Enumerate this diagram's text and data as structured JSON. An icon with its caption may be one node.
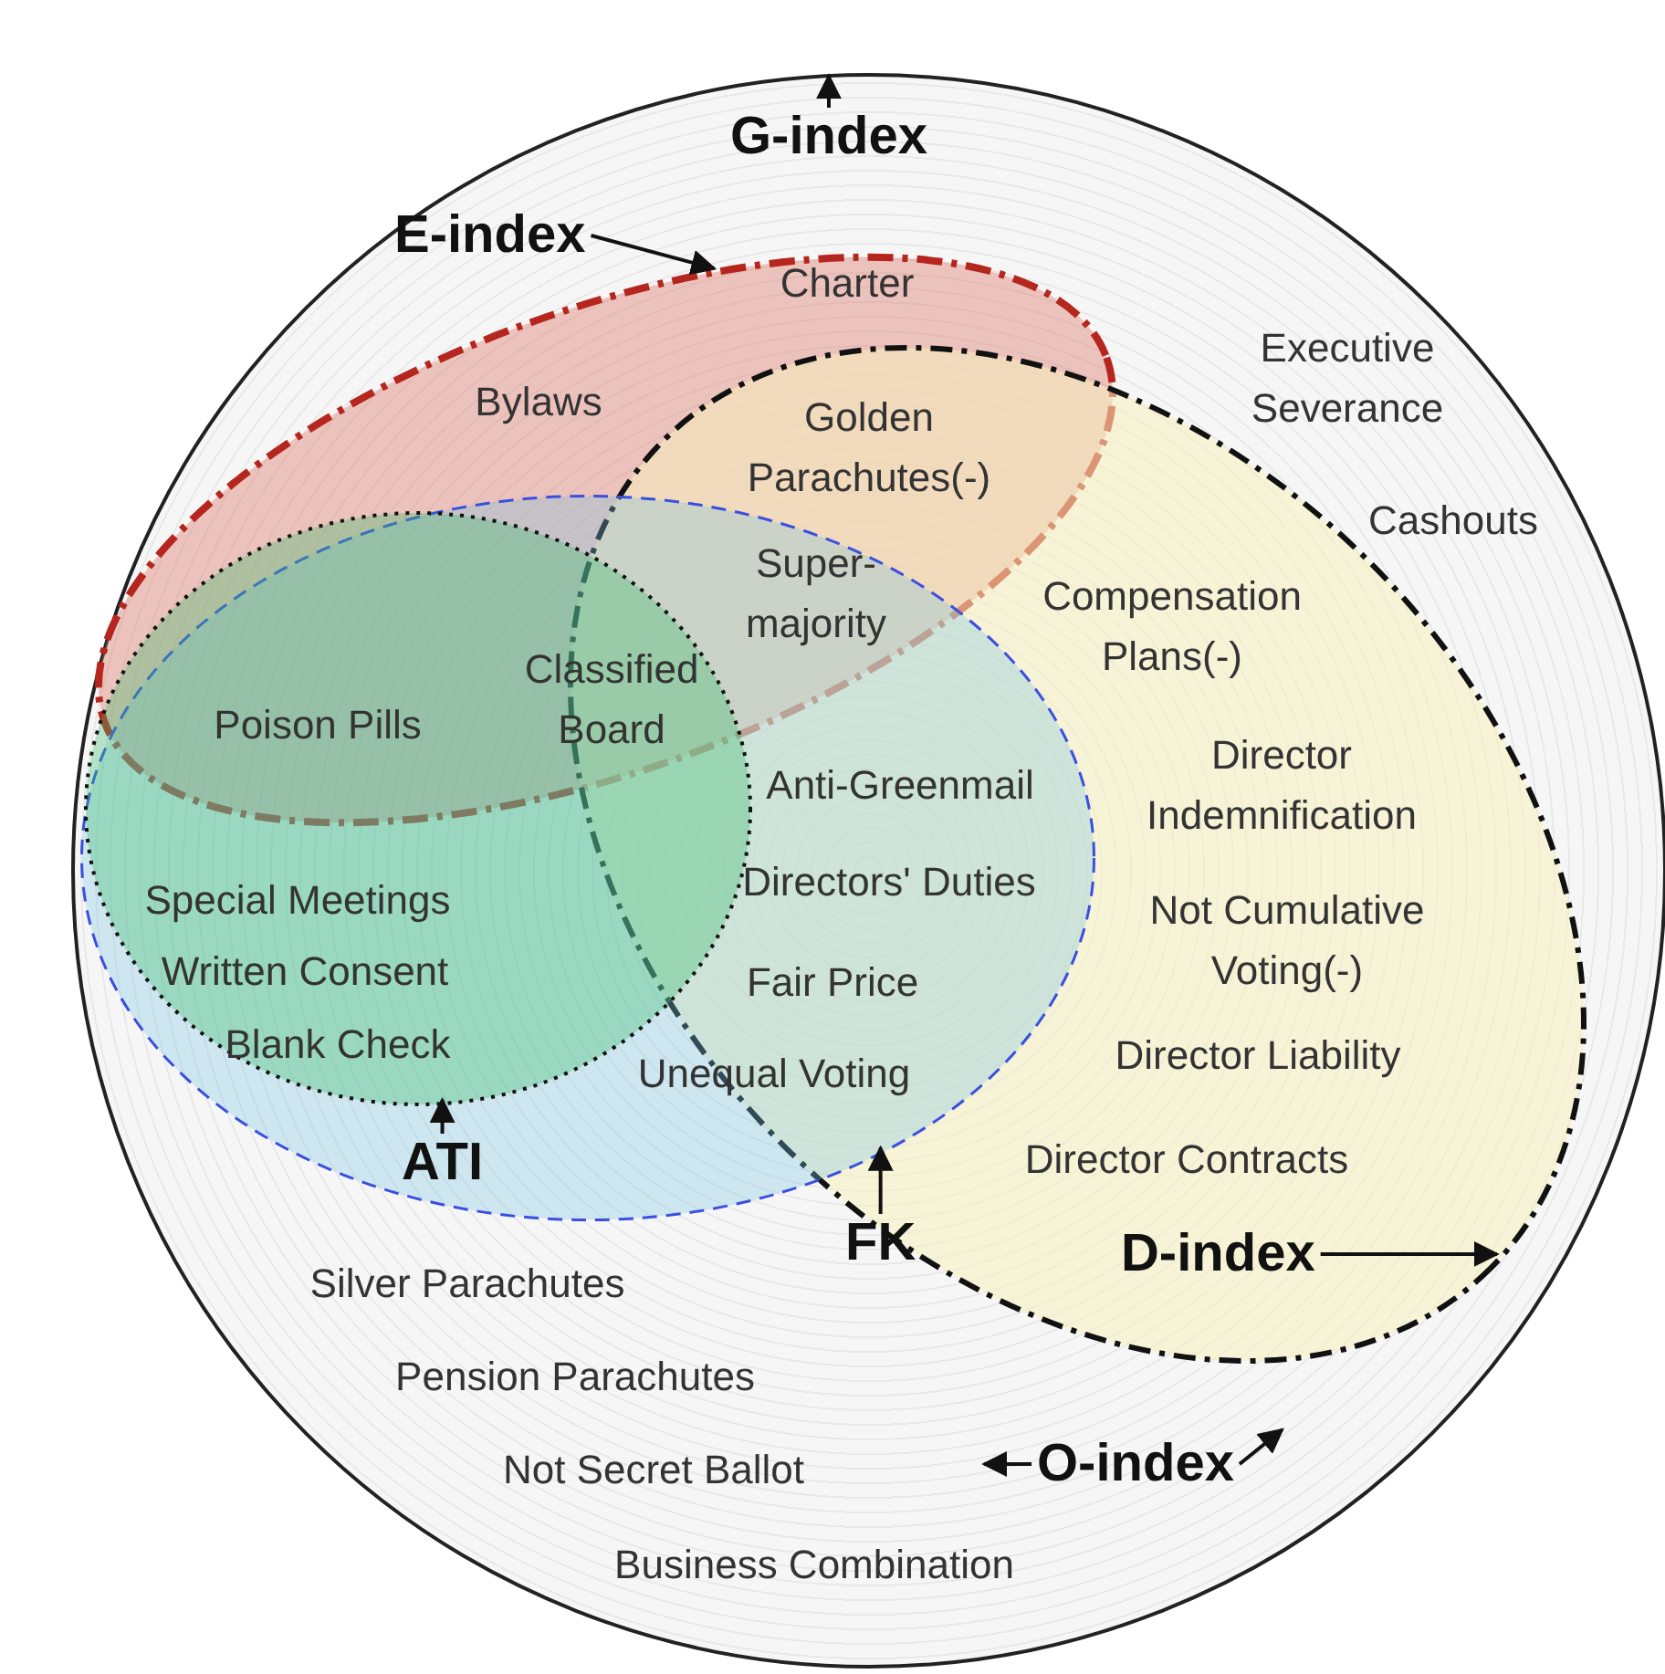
{
  "diagram": {
    "nodes": [
      {
        "text": [],
        "shape": "circle"
      },
      {
        "text": [
          "G-index"
        ],
        "in": 0
      },
      {
        "text": [],
        "shape": "ellipse",
        "in": 0
      },
      {
        "text": [
          "E-index"
        ],
        "in": 0
      },
      {
        "text": [],
        "shape": "ellipse",
        "in": 0
      },
      {
        "text": [
          "D-index"
        ],
        "in": 4
      },
      {
        "text": [],
        "shape": "ellipse",
        "in": 0
      },
      {
        "text": [
          "FK"
        ],
        "in": 4
      },
      {
        "text": [],
        "shape": "ellipse",
        "in": 6
      },
      {
        "text": [
          "ATI"
        ],
        "in": 6
      },
      {
        "text": [
          "O-index"
        ],
        "in": 0
      }
    ],
    "edges": [
      {
        "from": 1,
        "to": 0,
        "arrow": "to"
      },
      {
        "from": 3,
        "to": 2,
        "arrow": "to"
      },
      {
        "from": 5,
        "to": 4,
        "arrow": "to"
      },
      {
        "from": 7,
        "to": 6,
        "arrow": "to"
      },
      {
        "from": 9,
        "to": 8,
        "arrow": "to"
      },
      {
        "from": 10,
        "to": null,
        "arrow": "to"
      },
      {
        "from": 10,
        "to": null,
        "arrow": "to"
      }
    ],
    "labels": [
      "Charter",
      "Executive Severance",
      "Bylaws",
      "Golden Parachutes(-)",
      "Cashouts",
      "Super-majority",
      "Compensation Plans(-)",
      "Classified Board",
      "Poison Pills",
      "Director Indemnification",
      "Anti-Greenmail",
      "Not Cumulative Voting(-)",
      "Special Meetings",
      "Directors' Duties",
      "Written Consent",
      "Fair Price",
      "Blank Check",
      "Director Liability",
      "Unequal Voting",
      "Director Contracts",
      "Silver Parachutes",
      "Pension Parachutes",
      "Not Secret Ballot",
      "Business Combination"
    ]
  }
}
